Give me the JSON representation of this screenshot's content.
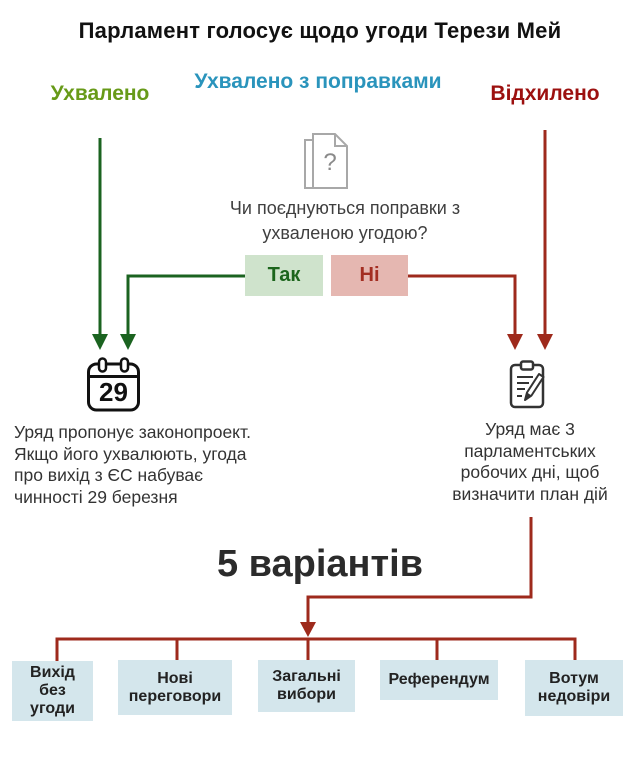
{
  "title": "Парламент голосує щодо угоди Терези Мей",
  "outcomes": {
    "approved": {
      "label": "Ухвалено",
      "color": "#679a18"
    },
    "amended": {
      "label": "Ухвалено з поправками",
      "color": "#2a94bc"
    },
    "rejected": {
      "label": "Відхилено",
      "color": "#9c100f"
    }
  },
  "question": {
    "icon": "document-question-icon",
    "text": "Чи поєднуються поправки з\nухваленою угодою?",
    "yes_label": "Так",
    "no_label": "Ні"
  },
  "approved_path": {
    "icon": "calendar-icon",
    "calendar_day": "29",
    "text": "Уряд пропонує законопроект.\nЯкщо його ухвалюють, угода\nпро вихід з ЄС набуває\nчинності 29 березня"
  },
  "rejected_path": {
    "icon": "clipboard-pencil-icon",
    "text": "Уряд має 3\nпарламентських\nробочих дні, щоб\nвизначити план дій"
  },
  "options": {
    "heading": "5 варіантів",
    "items": [
      "Вихід\nбез\nугоди",
      "Нові\nпереговори",
      "Загальні\nвибори",
      "Референдум",
      "Вотум\nнедовіри"
    ]
  },
  "colors": {
    "approved_arrow": "#1b6320",
    "rejected_arrow": "#9e2a1c",
    "yes_bg": "#cfe3cc",
    "no_bg": "#e5b7b1",
    "option_bg": "#d4e6ec"
  }
}
